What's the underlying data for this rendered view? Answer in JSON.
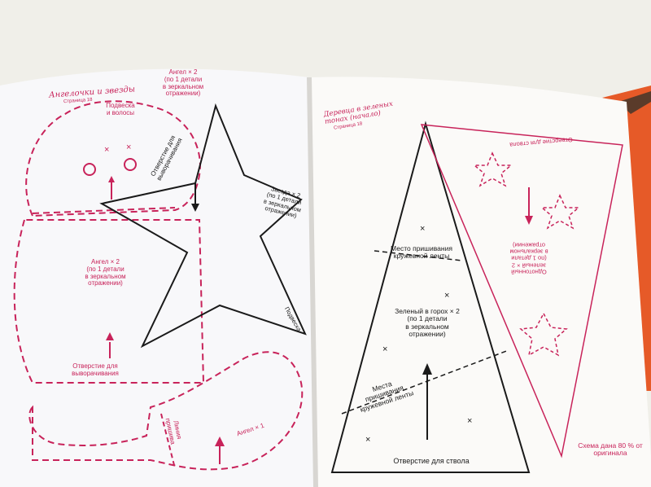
{
  "left_page": {
    "header_title": "Ангелочки и звезды",
    "header_sub": "Страница 18",
    "angel_top_label": "Ангел × 2\n(по 1 детали\nв зеркальном\nотражении)",
    "hanger_label": "Подвеска\nи волосы",
    "opening_label_star": "Отверстие для\nвыворачивания",
    "star_label": "Звезда × 2\n(по 1 детали\nв зеркальном\nотражении)",
    "star_hanger_label": "Подвеска",
    "angel_bottom_label": "Ангел × 2\n(по 1 детали\nв зеркальном\nотражении)",
    "opening_label_angel": "Отверстие для\nвыворачивания",
    "fold_line_label": "Линия\nпришива",
    "angel_wing_label": "Ангел × 1"
  },
  "right_page": {
    "header_title": "Деревца в зеленых\nтонах (начало)",
    "header_sub": "Страница 18",
    "ribbon_place_top": "Место пришивания\nкружевной ленты",
    "tree_label": "Зеленый в горох × 2\n(по 1 детали\nв зеркальном\nотражении)",
    "ribbon_place_bottom": "Места\nпришивания\nкружевной ленты",
    "trunk_opening_label": "Отверстие для ствола",
    "red_trunk_label": "Отверстие для ствола",
    "red_tree_label": "Однотонный\nзеленый × 2\n(по 1 детали\nв зеркальном\nотражении)",
    "scale_note": "Схема дана 80 % от\nоригинала"
  },
  "colors": {
    "accent": "#c8235a",
    "ink": "#1a1a1a",
    "paper": "#fbfaf8",
    "cover": "#e65a28"
  }
}
